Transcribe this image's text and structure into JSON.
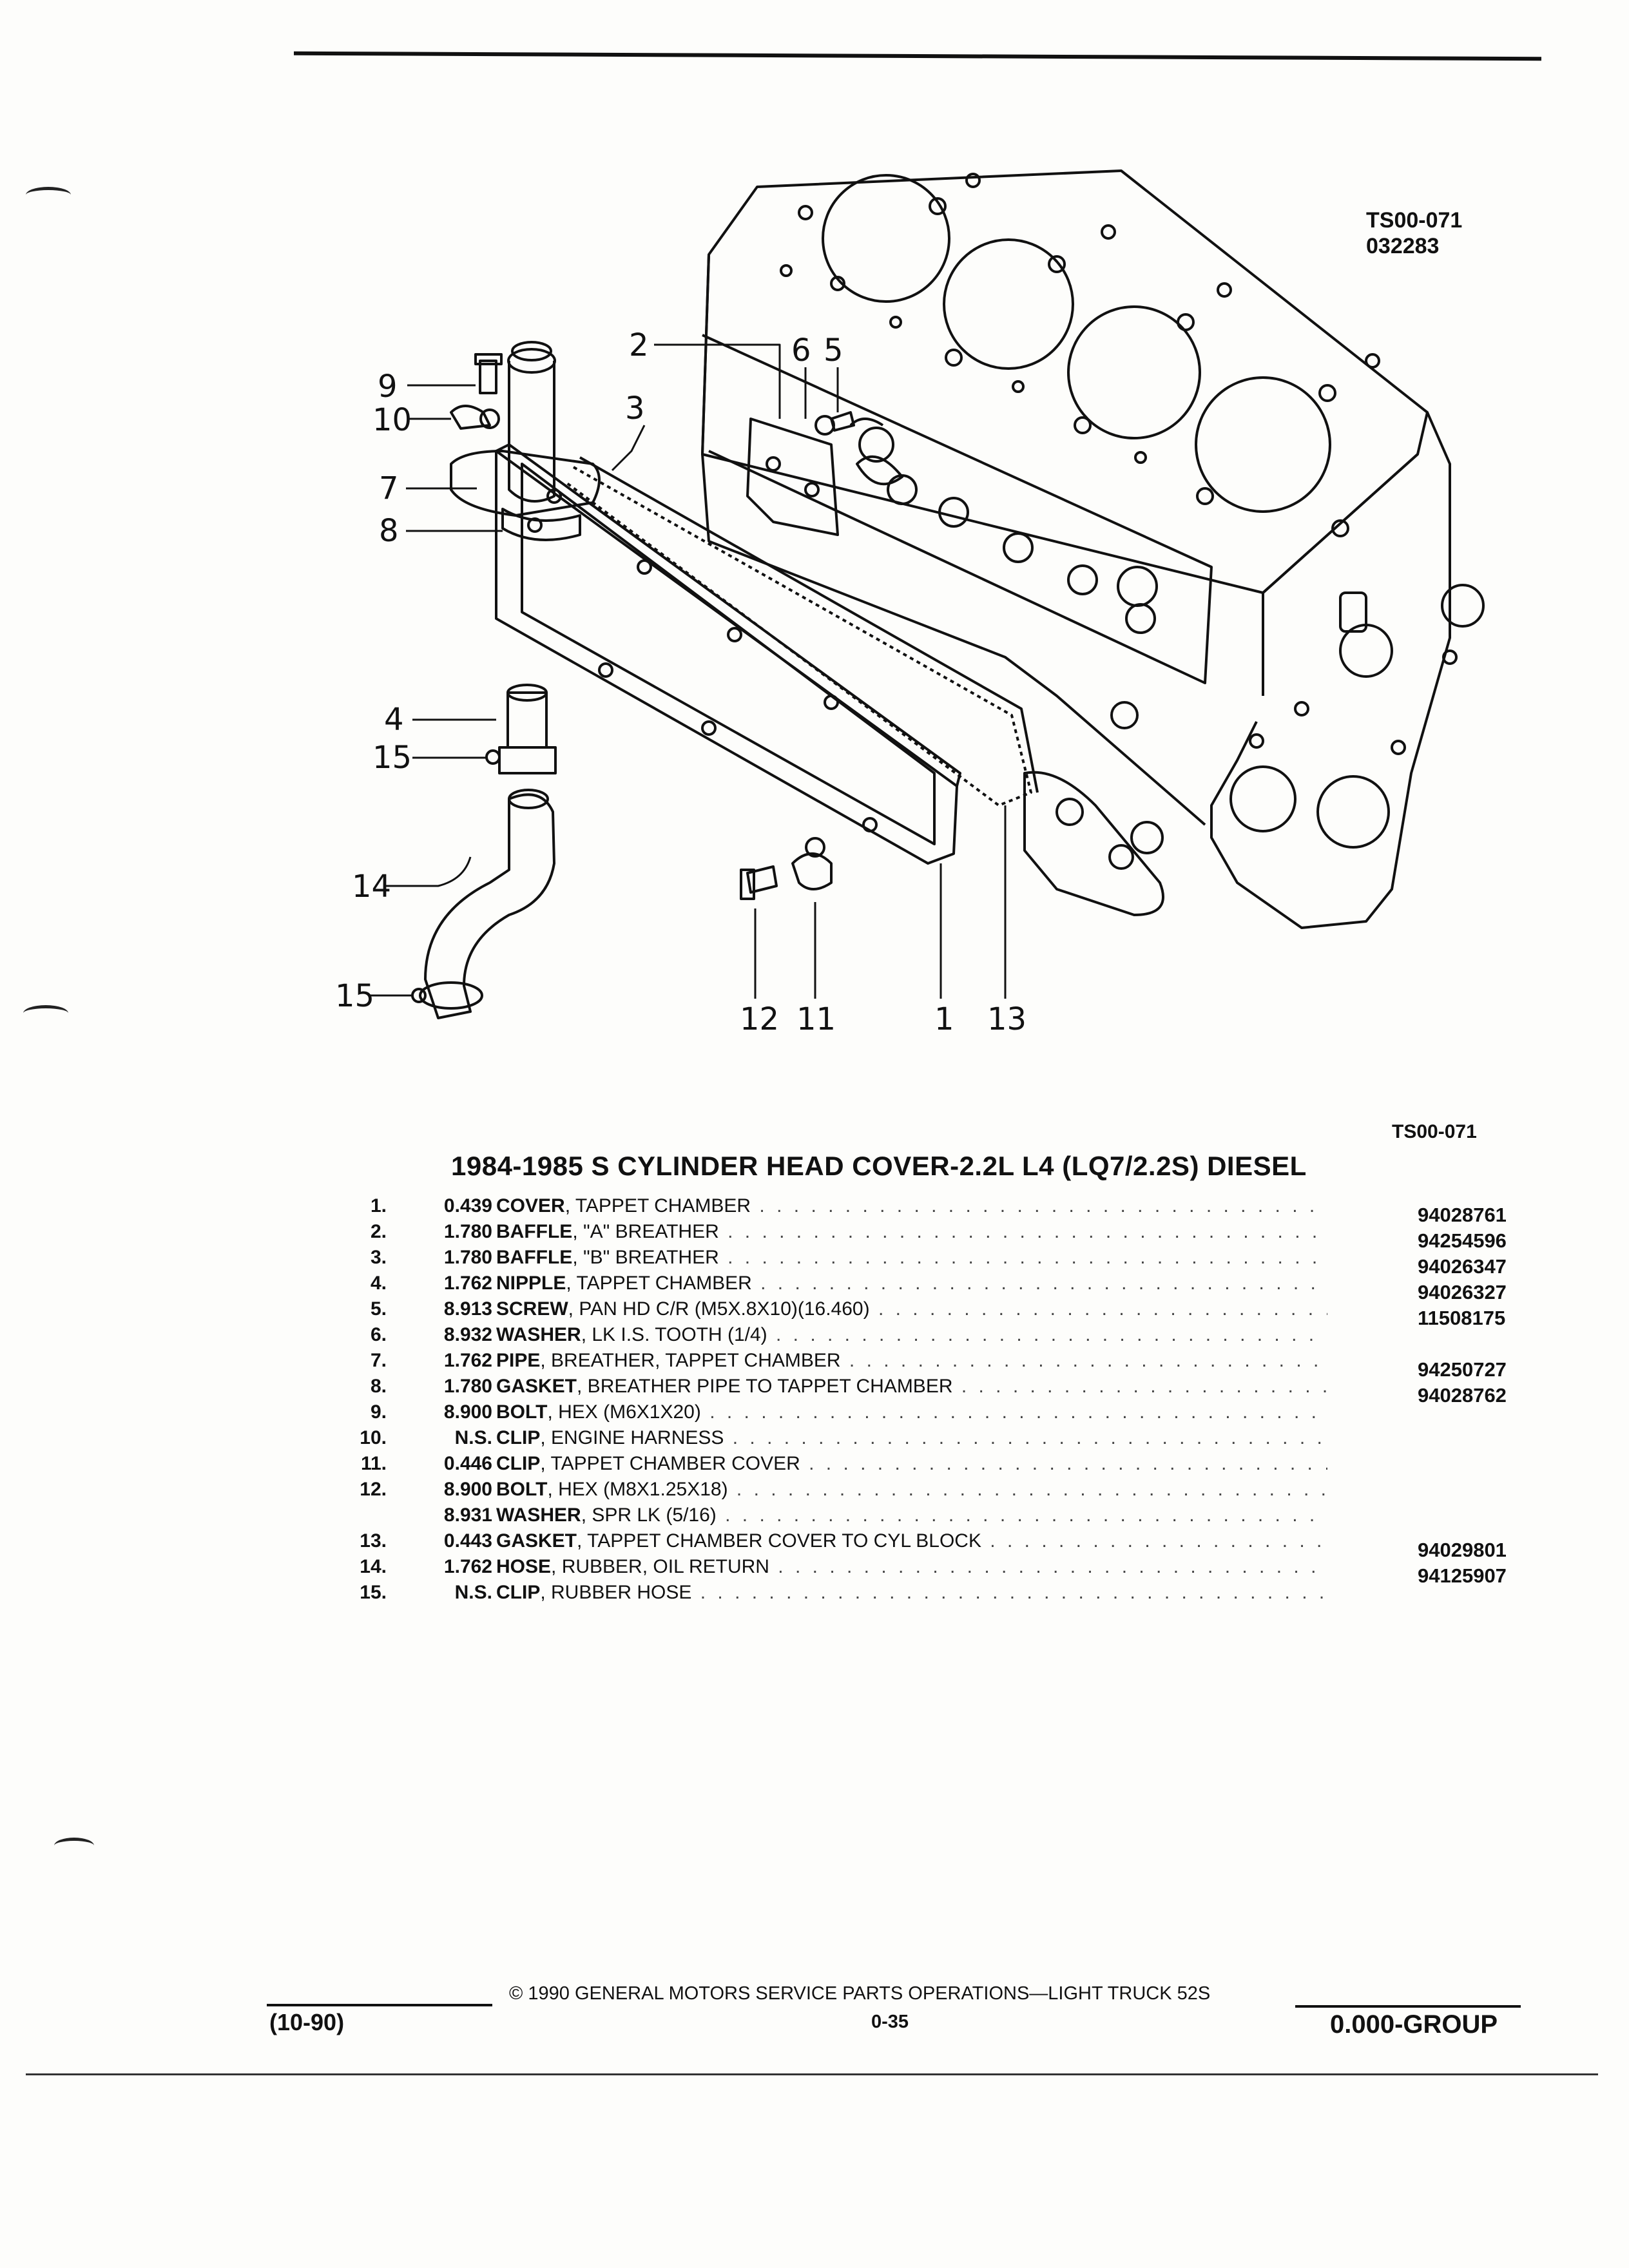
{
  "diagram": {
    "drawing_id": "TS00-071",
    "drawing_date": "032283",
    "callouts": {
      "c1": "1",
      "c2": "2",
      "c3": "3",
      "c4": "4",
      "c5": "5",
      "c6": "6",
      "c7": "7",
      "c8": "8",
      "c9": "9",
      "c10": "10",
      "c11": "11",
      "c12": "12",
      "c13": "13",
      "c14": "14",
      "c15a": "15",
      "c15b": "15"
    }
  },
  "parts_table": {
    "reference": "TS00-071",
    "title": "1984-1985 S CYLINDER HEAD COVER-2.2L L4 (LQ7/2.2S) DIESEL",
    "rows": [
      {
        "num": "1.",
        "group": "0.439",
        "name": "COVER",
        "detail": ", TAPPET CHAMBER",
        "part_no": "94028761"
      },
      {
        "num": "2.",
        "group": "1.780",
        "name": "BAFFLE",
        "detail": ", \"A\" BREATHER",
        "part_no": "94254596"
      },
      {
        "num": "3.",
        "group": "1.780",
        "name": "BAFFLE",
        "detail": ", \"B\" BREATHER",
        "part_no": "94026347"
      },
      {
        "num": "4.",
        "group": "1.762",
        "name": "NIPPLE",
        "detail": ", TAPPET CHAMBER",
        "part_no": "94026327"
      },
      {
        "num": "5.",
        "group": "8.913",
        "name": "SCREW",
        "detail": ", PAN HD C/R (M5X.8X10)(16.460)",
        "part_no": "11508175"
      },
      {
        "num": "6.",
        "group": "8.932",
        "name": "WASHER",
        "detail": ", LK I.S. TOOTH (1/4)",
        "part_no": ""
      },
      {
        "num": "7.",
        "group": "1.762",
        "name": "PIPE",
        "detail": ", BREATHER, TAPPET CHAMBER",
        "part_no": "94250727"
      },
      {
        "num": "8.",
        "group": "1.780",
        "name": "GASKET",
        "detail": ", BREATHER PIPE TO TAPPET CHAMBER",
        "part_no": "94028762"
      },
      {
        "num": "9.",
        "group": "8.900",
        "name": "BOLT",
        "detail": ", HEX (M6X1X20)",
        "part_no": ""
      },
      {
        "num": "10.",
        "group": "N.S.",
        "name": "CLIP",
        "detail": ", ENGINE HARNESS",
        "part_no": ""
      },
      {
        "num": "11.",
        "group": "0.446",
        "name": "CLIP",
        "detail": ", TAPPET CHAMBER COVER",
        "part_no": ""
      },
      {
        "num": "12.",
        "group": "8.900",
        "name": "BOLT",
        "detail": ", HEX (M8X1.25X18)",
        "part_no": ""
      },
      {
        "num": "",
        "group": "8.931",
        "name": "WASHER",
        "detail": ", SPR LK (5/16)",
        "part_no": ""
      },
      {
        "num": "13.",
        "group": "0.443",
        "name": "GASKET",
        "detail": ", TAPPET CHAMBER COVER TO CYL BLOCK",
        "part_no": "94029801"
      },
      {
        "num": "14.",
        "group": "1.762",
        "name": "HOSE",
        "detail": ", RUBBER, OIL RETURN",
        "part_no": "94125907"
      },
      {
        "num": "15.",
        "group": "N.S.",
        "name": "CLIP",
        "detail": ", RUBBER HOSE",
        "part_no": ""
      }
    ]
  },
  "footer": {
    "date": "(10-90)",
    "copyright": "© 1990 GENERAL MOTORS SERVICE PARTS OPERATIONS—LIGHT TRUCK 52S",
    "page": "0-35",
    "group": "0.000-GROUP"
  }
}
